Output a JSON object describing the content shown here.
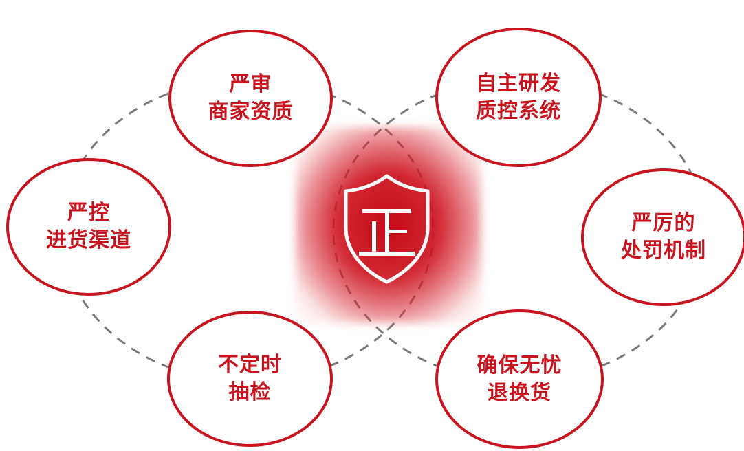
{
  "center": {
    "badge_char": "正",
    "icon": "shield-icon"
  },
  "nodes": [
    {
      "line1": "严审",
      "line2": "商家资质"
    },
    {
      "line1": "自主研发",
      "line2": "质控系统"
    },
    {
      "line1": "严控",
      "line2": "进货渠道"
    },
    {
      "line1": "严厉的",
      "line2": "处罚机制"
    },
    {
      "line1": "不定时",
      "line2": "抽检"
    },
    {
      "line1": "确保无忧",
      "line2": "退换货"
    }
  ],
  "colors": {
    "accent": "#c8141e",
    "orbit": "#7a7a7a",
    "background": "#ffffff"
  }
}
